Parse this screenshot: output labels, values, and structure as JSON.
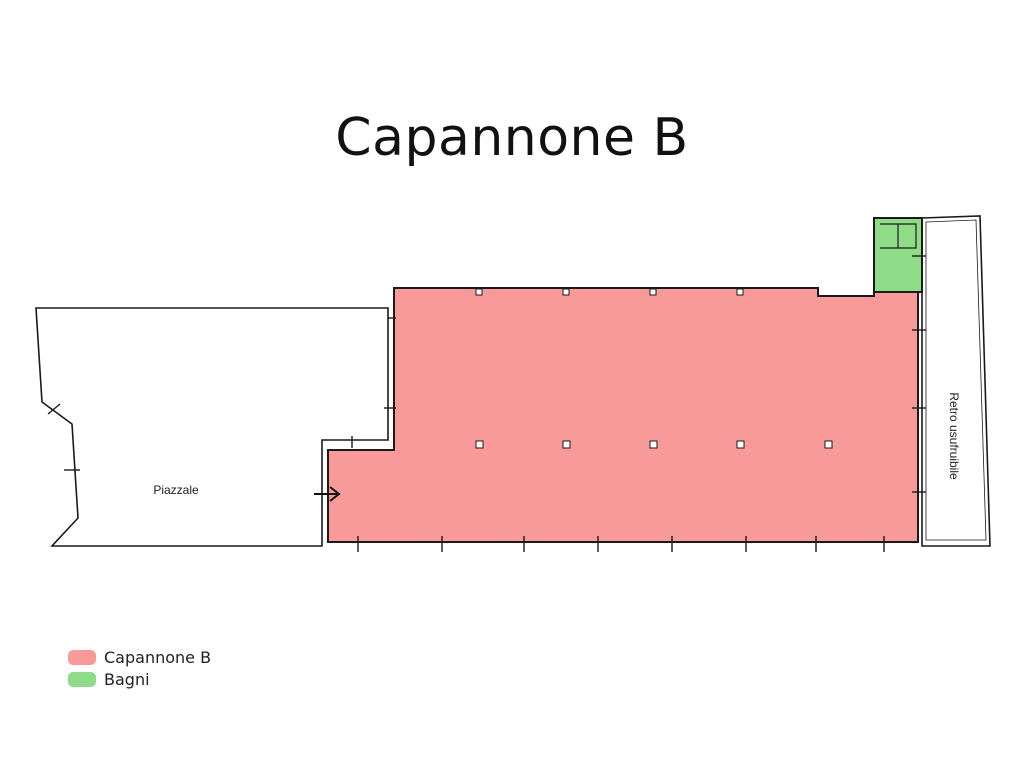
{
  "title": "Capannone B",
  "labels": {
    "piazzale": "Piazzale",
    "retro": "Retro usufruibile"
  },
  "legend": [
    {
      "label": "Capannone B",
      "color": "#f99a9a"
    },
    {
      "label": "Bagni",
      "color": "#8edc88"
    }
  ],
  "colors": {
    "capannone": "#f99a9a",
    "bagni": "#8edc88",
    "outline": "#1a1a1a"
  }
}
